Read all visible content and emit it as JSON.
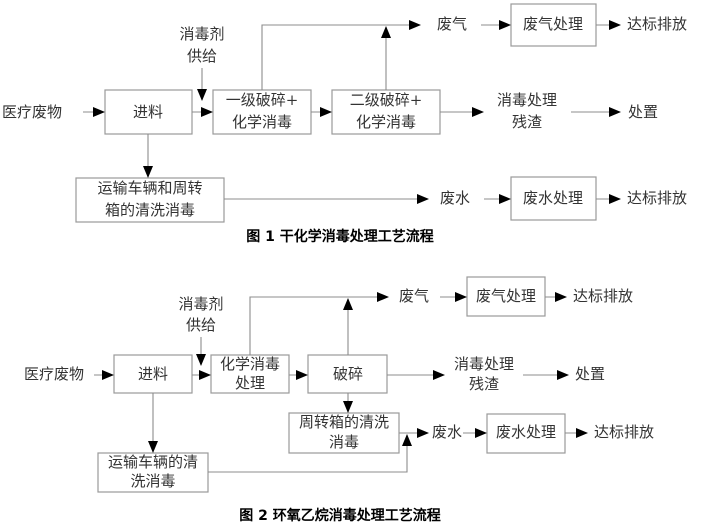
{
  "figure1": {
    "caption": "图 1  干化学消毒处理工艺流程",
    "nodes": {
      "input": "医疗废物",
      "feed": "进料",
      "disinfectant_1": "消毒剂",
      "disinfectant_2": "供给",
      "crush1_1": "一级破碎+",
      "crush1_2": "化学消毒",
      "crush2_1": "二级破碎+",
      "crush2_2": "化学消毒",
      "waste_gas": "废气",
      "gas_treatment": "废气处理",
      "gas_discharge": "达标排放",
      "residue_1": "消毒处理",
      "residue_2": "残渣",
      "disposal": "处置",
      "cleaning_1": "运输车辆和周转",
      "cleaning_2": "箱的清洗消毒",
      "waste_water": "废水",
      "water_treatment": "废水处理",
      "water_discharge": "达标排放"
    }
  },
  "figure2": {
    "caption": "图 2  环氧乙烷消毒处理工艺流程",
    "nodes": {
      "input": "医疗废物",
      "feed": "进料",
      "disinfectant_1": "消毒剂",
      "disinfectant_2": "供给",
      "chem_1": "化学消毒",
      "chem_2": "处理",
      "crush": "破碎",
      "waste_gas": "废气",
      "gas_treatment": "废气处理",
      "gas_discharge": "达标排放",
      "residue_1": "消毒处理",
      "residue_2": "残渣",
      "disposal": "处置",
      "box_clean_1": "周转箱的清洗",
      "box_clean_2": "消毒",
      "vehicle_clean_1": "运输车辆的清",
      "vehicle_clean_2": "洗消毒",
      "waste_water": "废水",
      "water_treatment": "废水处理",
      "water_discharge": "达标排放"
    }
  }
}
